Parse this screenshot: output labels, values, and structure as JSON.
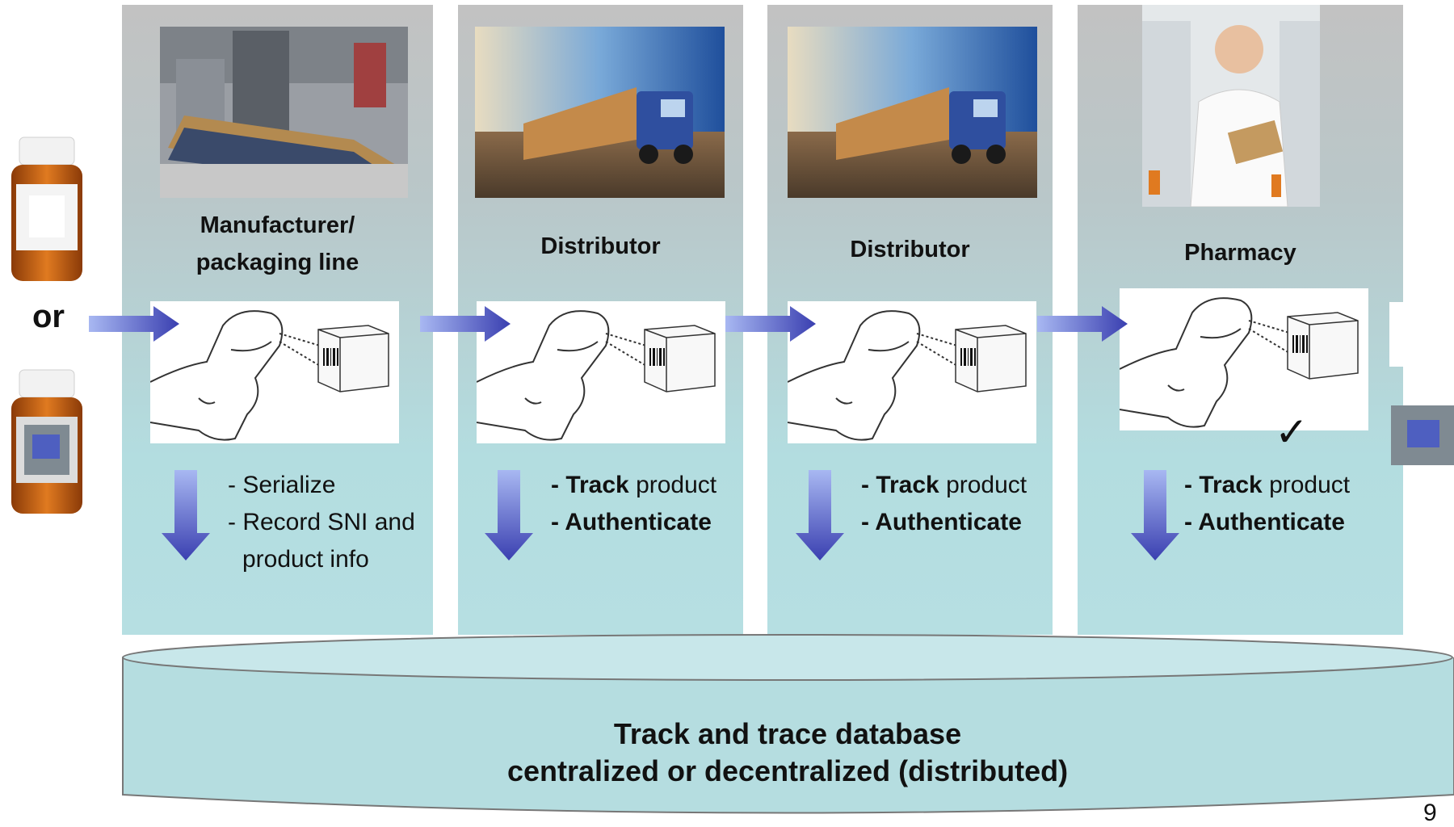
{
  "left": {
    "or_label": "or"
  },
  "stages": [
    {
      "title_line1": "Manufacturer/",
      "title_line2": "packaging line",
      "photo": "factory-conveyor-photo",
      "bullets": [
        "- Serialize",
        "- Record SNI and",
        "product info"
      ]
    },
    {
      "title": "Distributor",
      "photo": "truck-photo",
      "bullet_track_bold": "- Track",
      "bullet_track_rest": " product",
      "bullet_auth": "- Authenticate"
    },
    {
      "title": "Distributor",
      "photo": "truck-photo",
      "bullet_track_bold": "- Track",
      "bullet_track_rest": " product",
      "bullet_auth": "- Authenticate"
    },
    {
      "title": "Pharmacy",
      "photo": "pharmacist-photo",
      "bullet_track_bold": "- Track",
      "bullet_track_rest": " product",
      "bullet_auth": "- Authenticate"
    }
  ],
  "check_mark": "✓",
  "database": {
    "line1": "Track and trace database",
    "line2": "centralized or decentralized (distributed)"
  },
  "page_number": "9",
  "colors": {
    "arrow_light": "#8fa3ee",
    "arrow_dark": "#3a3fb0",
    "column_top": "#c2c2c2",
    "column_bottom": "#b6dfe2",
    "database_fill": "#b5dde0"
  }
}
